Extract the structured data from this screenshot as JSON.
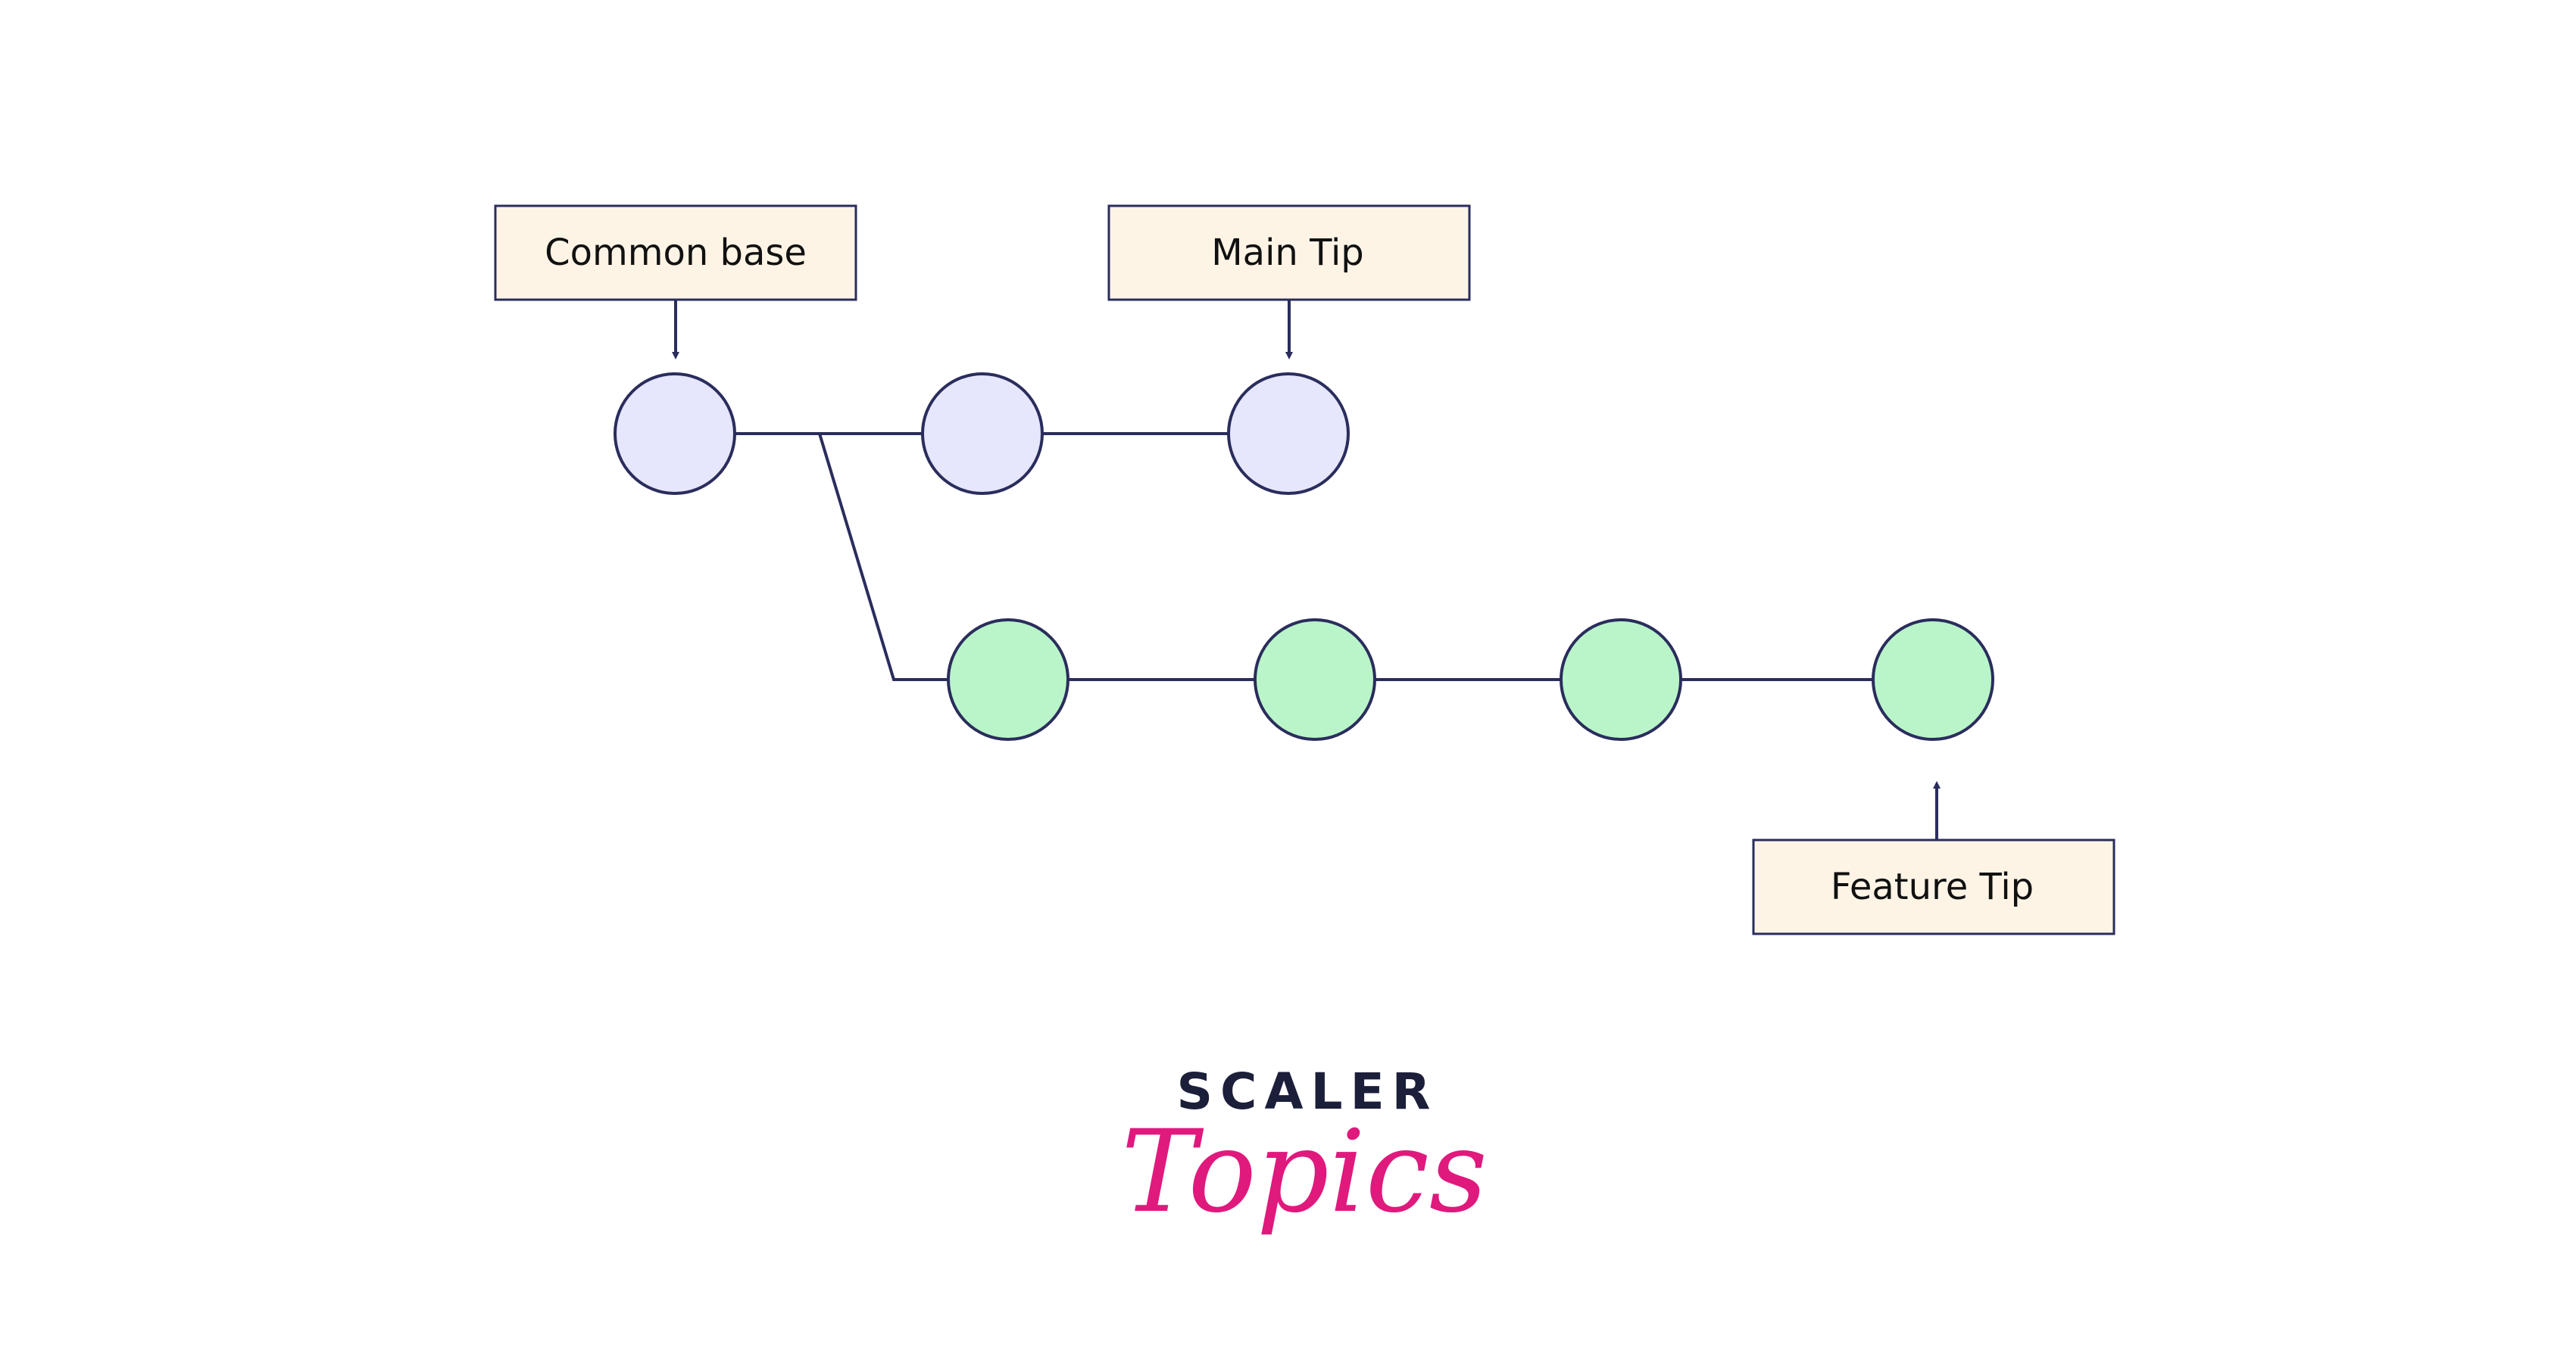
{
  "labels": {
    "common_base": "Common base",
    "main_tip": "Main Tip",
    "feature_tip": "Feature Tip"
  },
  "branches": {
    "main": {
      "commit_count": 3,
      "fill": "#e6e6fc"
    },
    "feature": {
      "commit_count": 4,
      "fill": "#b9f5c9"
    }
  },
  "colors": {
    "stroke": "#2a2d5c",
    "label_box_fill": "#fdf4e6",
    "label_box_stroke": "#2a2d5c",
    "brand_dark": "#1c1f3a",
    "brand_pink": "#e0197d"
  },
  "logo": {
    "line1": "SCALER",
    "line2": "Topics"
  }
}
